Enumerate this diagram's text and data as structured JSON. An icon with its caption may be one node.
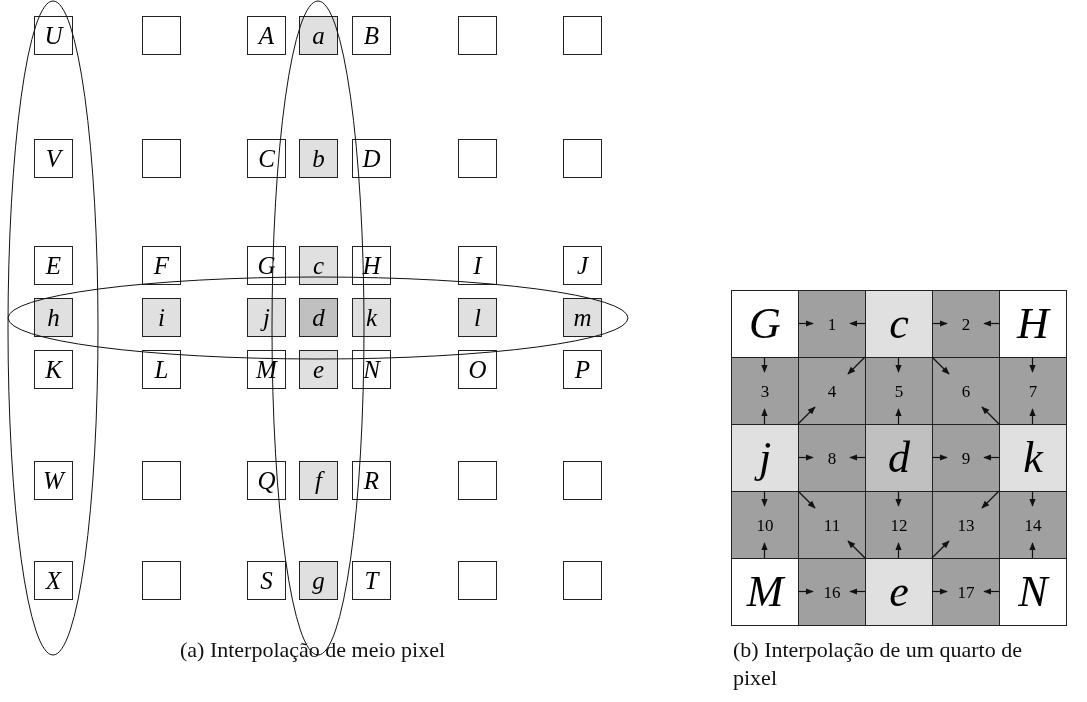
{
  "diagram": {
    "nodes": [
      {
        "text": [
          "U"
        ]
      },
      {
        "text": [],
        "shape": "box"
      },
      {
        "text": [
          "A"
        ]
      },
      {
        "text": [
          "a"
        ]
      },
      {
        "text": [
          "B"
        ]
      },
      {
        "text": [],
        "shape": "box"
      },
      {
        "text": [],
        "shape": "box"
      },
      {
        "text": [
          "V"
        ]
      },
      {
        "text": [],
        "shape": "box"
      },
      {
        "text": [
          "C"
        ]
      },
      {
        "text": [
          "b"
        ]
      },
      {
        "text": [
          "D"
        ]
      },
      {
        "text": [],
        "shape": "box"
      },
      {
        "text": [],
        "shape": "box"
      },
      {
        "text": [
          "E"
        ]
      },
      {
        "text": [
          "F"
        ]
      },
      {
        "text": [
          "G"
        ]
      },
      {
        "text": [
          "c"
        ]
      },
      {
        "text": [
          "H"
        ]
      },
      {
        "text": [
          "I"
        ]
      },
      {
        "text": [
          "J"
        ]
      },
      {
        "text": [
          "h"
        ]
      },
      {
        "text": [
          "i"
        ]
      },
      {
        "text": [
          "j"
        ]
      },
      {
        "text": [
          "d"
        ]
      },
      {
        "text": [
          "k"
        ]
      },
      {
        "text": [
          "l"
        ]
      },
      {
        "text": [
          "m"
        ]
      },
      {
        "text": [
          "K"
        ]
      },
      {
        "text": [
          "L"
        ]
      },
      {
        "text": [
          "M"
        ]
      },
      {
        "text": [
          "e"
        ]
      },
      {
        "text": [
          "N"
        ]
      },
      {
        "text": [
          "O"
        ]
      },
      {
        "text": [
          "P"
        ]
      },
      {
        "text": [
          "W"
        ]
      },
      {
        "text": [],
        "shape": "box"
      },
      {
        "text": [
          "Q"
        ]
      },
      {
        "text": [
          "f"
        ]
      },
      {
        "text": [
          "R"
        ]
      },
      {
        "text": [],
        "shape": "box"
      },
      {
        "text": [],
        "shape": "box"
      },
      {
        "text": [
          "X"
        ]
      },
      {
        "text": [],
        "shape": "box"
      },
      {
        "text": [
          "S"
        ]
      },
      {
        "text": [
          "g"
        ]
      },
      {
        "text": [
          "T"
        ]
      },
      {
        "text": [],
        "shape": "box"
      },
      {
        "text": [],
        "shape": "box"
      },
      {
        "text": [
          "G"
        ]
      },
      {
        "text": [
          "1"
        ]
      },
      {
        "text": [
          "c"
        ]
      },
      {
        "text": [
          "2"
        ]
      },
      {
        "text": [
          "H"
        ]
      },
      {
        "text": [
          "3"
        ]
      },
      {
        "text": [
          "4"
        ]
      },
      {
        "text": [
          "5"
        ]
      },
      {
        "text": [
          "6"
        ]
      },
      {
        "text": [
          "7"
        ]
      },
      {
        "text": [
          "j"
        ]
      },
      {
        "text": [
          "8"
        ]
      },
      {
        "text": [
          "d"
        ]
      },
      {
        "text": [
          "9"
        ]
      },
      {
        "text": [
          "k"
        ]
      },
      {
        "text": [
          "10"
        ]
      },
      {
        "text": [
          "11"
        ]
      },
      {
        "text": [
          "12"
        ]
      },
      {
        "text": [
          "13"
        ]
      },
      {
        "text": [
          "14"
        ]
      },
      {
        "text": [
          "M"
        ]
      },
      {
        "text": [
          "16"
        ]
      },
      {
        "text": [
          "e"
        ]
      },
      {
        "text": [
          "17"
        ]
      },
      {
        "text": [
          "N"
        ]
      }
    ],
    "edges": [
      {
        "from": 49,
        "to": 50,
        "arrow": "to"
      },
      {
        "from": 51,
        "to": 50,
        "arrow": "to"
      },
      {
        "from": 51,
        "to": 52,
        "arrow": "to"
      },
      {
        "from": 53,
        "to": 52,
        "arrow": "to"
      },
      {
        "from": 49,
        "to": 54,
        "arrow": "to"
      },
      {
        "from": 59,
        "to": 54,
        "arrow": "to"
      },
      {
        "from": 51,
        "to": 55,
        "arrow": "to"
      },
      {
        "from": 59,
        "to": 55,
        "arrow": "to"
      },
      {
        "from": 51,
        "to": 56,
        "arrow": "to"
      },
      {
        "from": 61,
        "to": 56,
        "arrow": "to"
      },
      {
        "from": 51,
        "to": 57,
        "arrow": "to"
      },
      {
        "from": 63,
        "to": 57,
        "arrow": "to"
      },
      {
        "from": 53,
        "to": 58,
        "arrow": "to"
      },
      {
        "from": 63,
        "to": 58,
        "arrow": "to"
      },
      {
        "from": 59,
        "to": 60,
        "arrow": "to"
      },
      {
        "from": 61,
        "to": 60,
        "arrow": "to"
      },
      {
        "from": 61,
        "to": 62,
        "arrow": "to"
      },
      {
        "from": 63,
        "to": 62,
        "arrow": "to"
      },
      {
        "from": 59,
        "to": 64,
        "arrow": "to"
      },
      {
        "from": 69,
        "to": 64,
        "arrow": "to"
      },
      {
        "from": 59,
        "to": 65,
        "arrow": "to"
      },
      {
        "from": 71,
        "to": 65,
        "arrow": "to"
      },
      {
        "from": 61,
        "to": 66,
        "arrow": "to"
      },
      {
        "from": 71,
        "to": 66,
        "arrow": "to"
      },
      {
        "from": 63,
        "to": 67,
        "arrow": "to"
      },
      {
        "from": 71,
        "to": 67,
        "arrow": "to"
      },
      {
        "from": 63,
        "to": 68,
        "arrow": "to"
      },
      {
        "from": 73,
        "to": 68,
        "arrow": "to"
      },
      {
        "from": 69,
        "to": 70,
        "arrow": "to"
      },
      {
        "from": 71,
        "to": 70,
        "arrow": "to"
      },
      {
        "from": 71,
        "to": 72,
        "arrow": "to"
      },
      {
        "from": 73,
        "to": 72,
        "arrow": "to"
      }
    ],
    "labels": [
      "(a) Interpolação de meio pixel",
      "(b) Interpolação de um quarto de pixel"
    ]
  }
}
